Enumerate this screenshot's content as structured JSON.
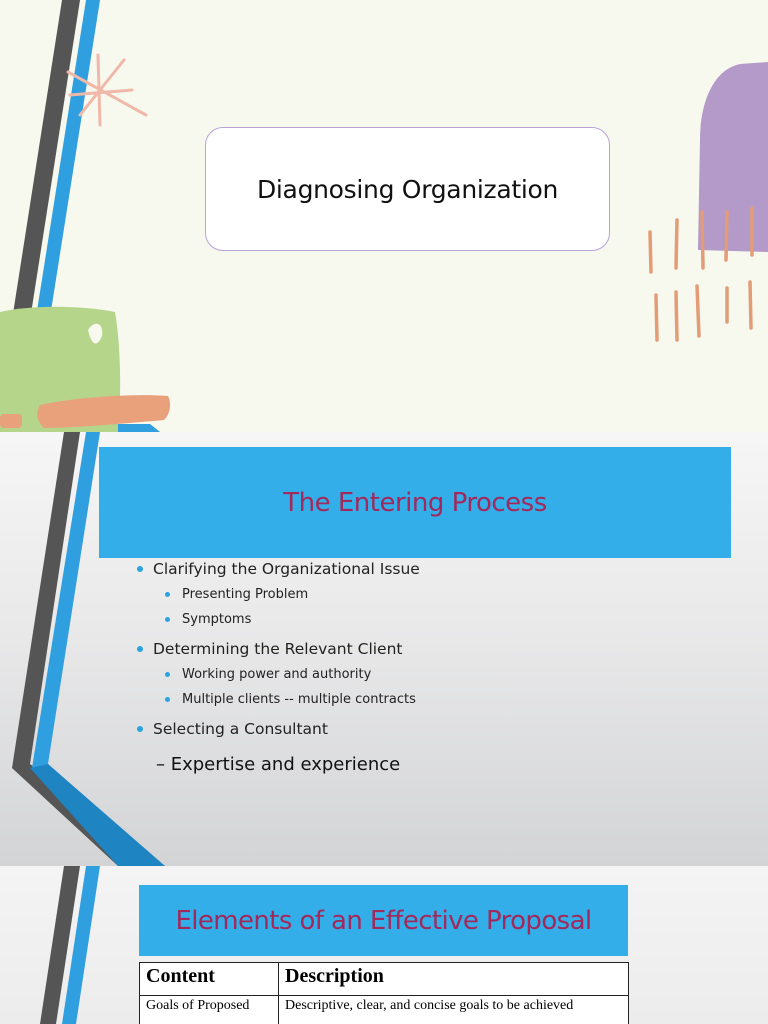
{
  "slide1": {
    "title": "Diagnosing Organization"
  },
  "slide2": {
    "title": "The Entering Process",
    "items": [
      {
        "label": "Clarifying the Organizational Issue",
        "subitems": [
          "Presenting Problem",
          "Symptoms"
        ]
      },
      {
        "label": "Determining the Relevant Client",
        "subitems": [
          "Working power and authority",
          "Multiple clients -- multiple contracts"
        ]
      },
      {
        "label": "Selecting a Consultant",
        "subitems": []
      }
    ],
    "dash_item": "– Expertise and experience"
  },
  "slide3": {
    "title": "Elements of an Effective Proposal",
    "table": {
      "headers": [
        "Content",
        "Description"
      ],
      "rows": [
        [
          "Goals of Proposed",
          "Descriptive, clear, and concise goals to be achieved"
        ]
      ]
    }
  },
  "colors": {
    "banner_blue": "#33aee8",
    "title_magenta": "#a1295c",
    "stripe_gray": "#555555",
    "stripe_blue": "#2f9fe0"
  }
}
